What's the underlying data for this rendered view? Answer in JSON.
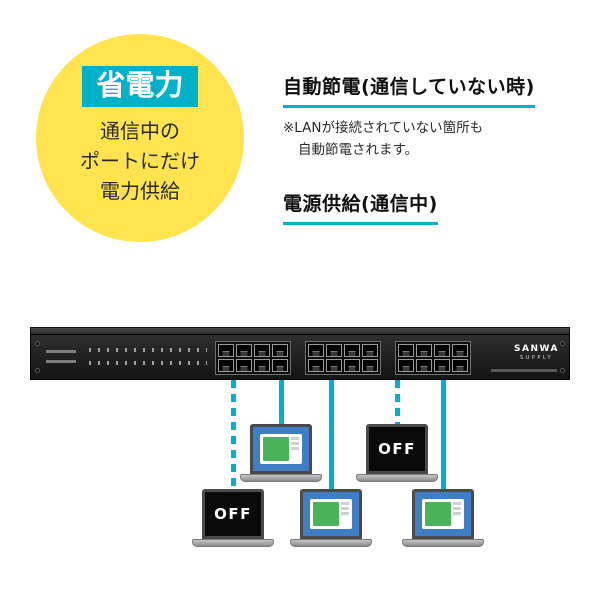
{
  "accent_color": "#00b1c8",
  "badge": {
    "title": "省電力",
    "desc_lines": [
      "通信中の",
      "ポートにだけ",
      "電力供給"
    ]
  },
  "sections": {
    "auto_saving": {
      "heading": "自動節電(通信していない時)",
      "note_lines": [
        "※LANが接続されていない箇所も",
        "自動節電されます。"
      ]
    },
    "power_supply": {
      "heading": "電源供給(通信中)"
    }
  },
  "switch": {
    "brand_line1": "SANWA",
    "brand_line2": "SUPPLY",
    "port_count": 24,
    "port_groups": 3
  },
  "laptops": [
    {
      "state": "off",
      "screen_label": "OFF"
    },
    {
      "state": "on",
      "screen_label": ""
    },
    {
      "state": "on",
      "screen_label": ""
    },
    {
      "state": "off",
      "screen_label": "OFF"
    },
    {
      "state": "on",
      "screen_label": ""
    }
  ]
}
